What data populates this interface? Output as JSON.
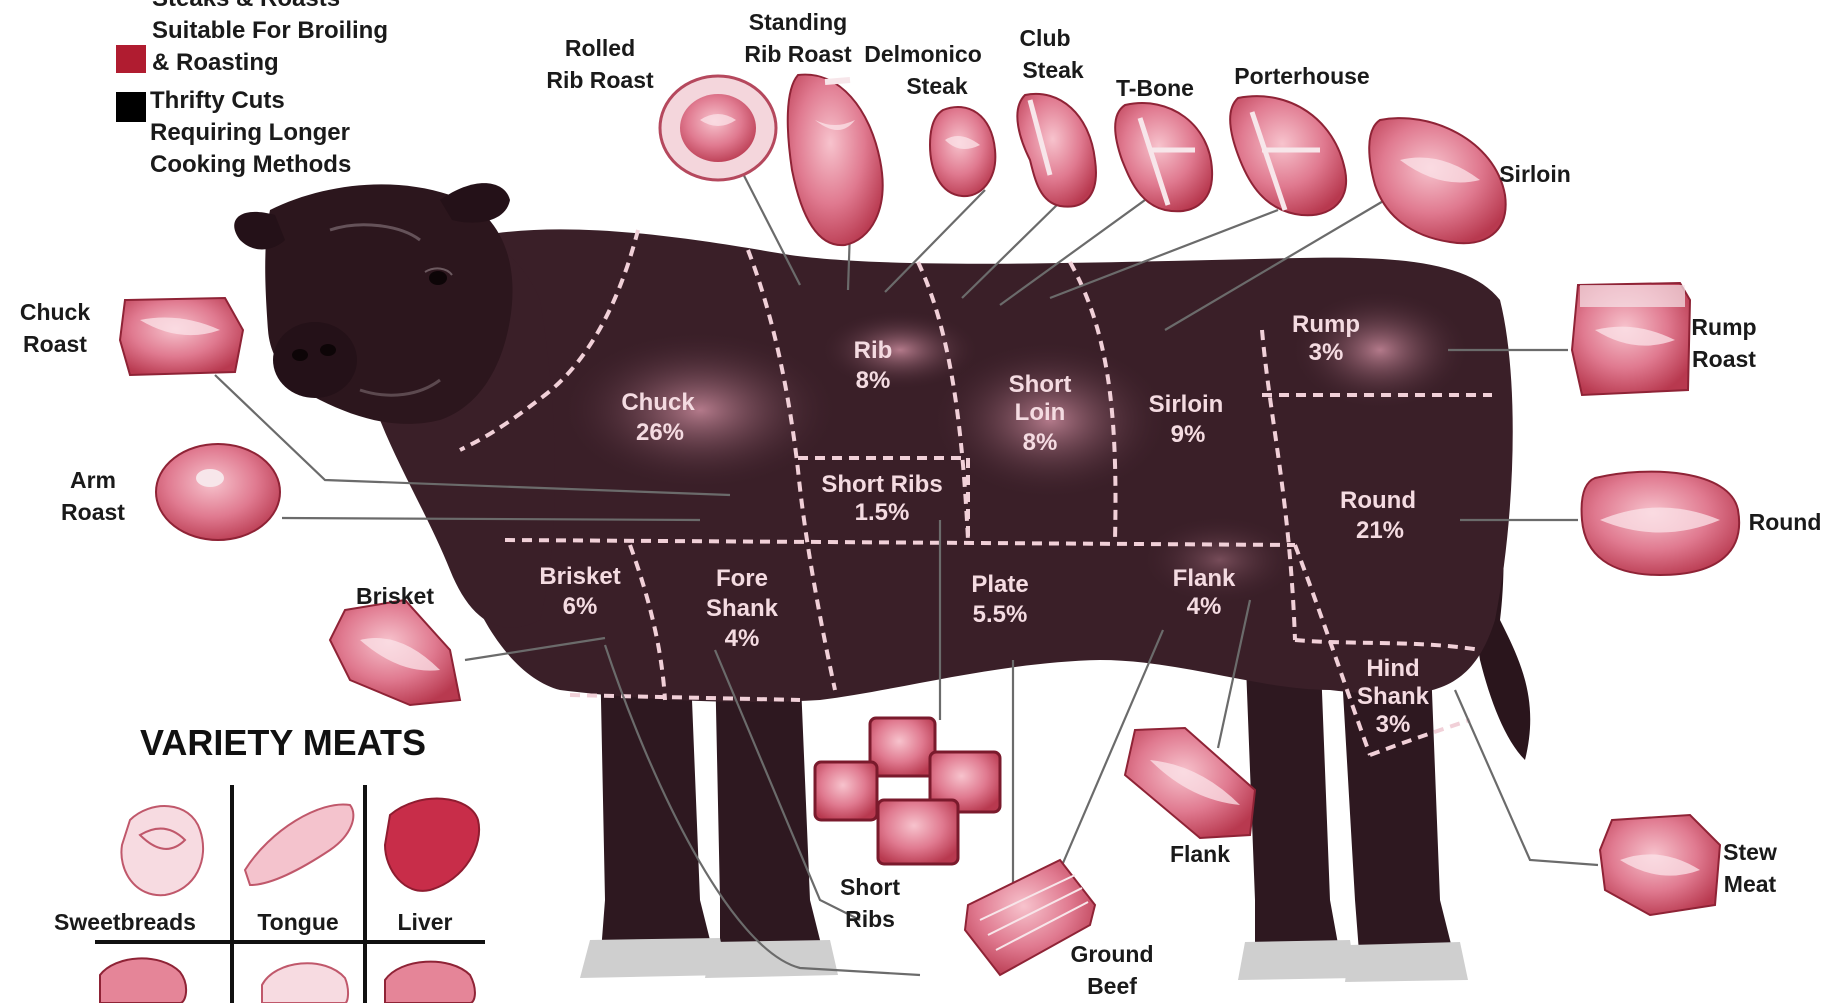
{
  "legend": {
    "line_partial": "Steaks & Roasts",
    "line_broil": "Suitable For Broiling",
    "line_roast": "& Roasting",
    "thrifty_1": "Thrifty Cuts",
    "thrifty_2": "Requiring Longer",
    "thrifty_3": "Cooking Methods",
    "colors": {
      "steak_swatch": "#b01c30",
      "thrifty_swatch": "#000000"
    }
  },
  "top_cuts": {
    "rolled_rib_roast_1": "Rolled",
    "rolled_rib_roast_2": "Rib Roast",
    "standing_rib_roast_1": "Standing",
    "standing_rib_roast_2": "Rib Roast",
    "delmonico_1": "Delmonico",
    "delmonico_2": "Steak",
    "club_1": "Club",
    "club_2": "Steak",
    "tbone": "T-Bone",
    "porterhouse": "Porterhouse",
    "sirloin": "Sirloin"
  },
  "side_cuts": {
    "chuck_roast_1": "Chuck",
    "chuck_roast_2": "Roast",
    "arm_roast_1": "Arm",
    "arm_roast_2": "Roast",
    "brisket": "Brisket",
    "rump_roast_1": "Rump",
    "rump_roast_2": "Roast",
    "round": "Round",
    "stew_meat_1": "Stew",
    "stew_meat_2": "Meat",
    "flank": "Flank",
    "short_ribs_1": "Short",
    "short_ribs_2": "Ribs",
    "ground_beef_1": "Ground",
    "ground_beef_2": "Beef"
  },
  "regions": {
    "chuck": {
      "name": "Chuck",
      "pct": "26%"
    },
    "rib": {
      "name": "Rib",
      "pct": "8%"
    },
    "short_loin": {
      "name_1": "Short",
      "name_2": "Loin",
      "pct": "8%"
    },
    "sirloin": {
      "name": "Sirloin",
      "pct": "9%"
    },
    "rump": {
      "name": "Rump",
      "pct": "3%"
    },
    "round": {
      "name": "Round",
      "pct": "21%"
    },
    "short_ribs": {
      "name": "Short Ribs",
      "pct": "1.5%"
    },
    "brisket": {
      "name": "Brisket",
      "pct": "6%"
    },
    "fore_shank": {
      "name_1": "Fore",
      "name_2": "Shank",
      "pct": "4%"
    },
    "plate": {
      "name": "Plate",
      "pct": "5.5%"
    },
    "flank": {
      "name": "Flank",
      "pct": "4%"
    },
    "hind_shank": {
      "name_1": "Hind",
      "name_2": "Shank",
      "pct": "3%"
    }
  },
  "variety_meats": {
    "title": "VARIETY MEATS",
    "items": [
      "Sweetbreads",
      "Tongue",
      "Liver"
    ]
  },
  "colors": {
    "cow_body": "#3a1f28",
    "meat": "#e58598",
    "meat_light": "#fbe3e8",
    "divider": "#f1d0d8"
  }
}
